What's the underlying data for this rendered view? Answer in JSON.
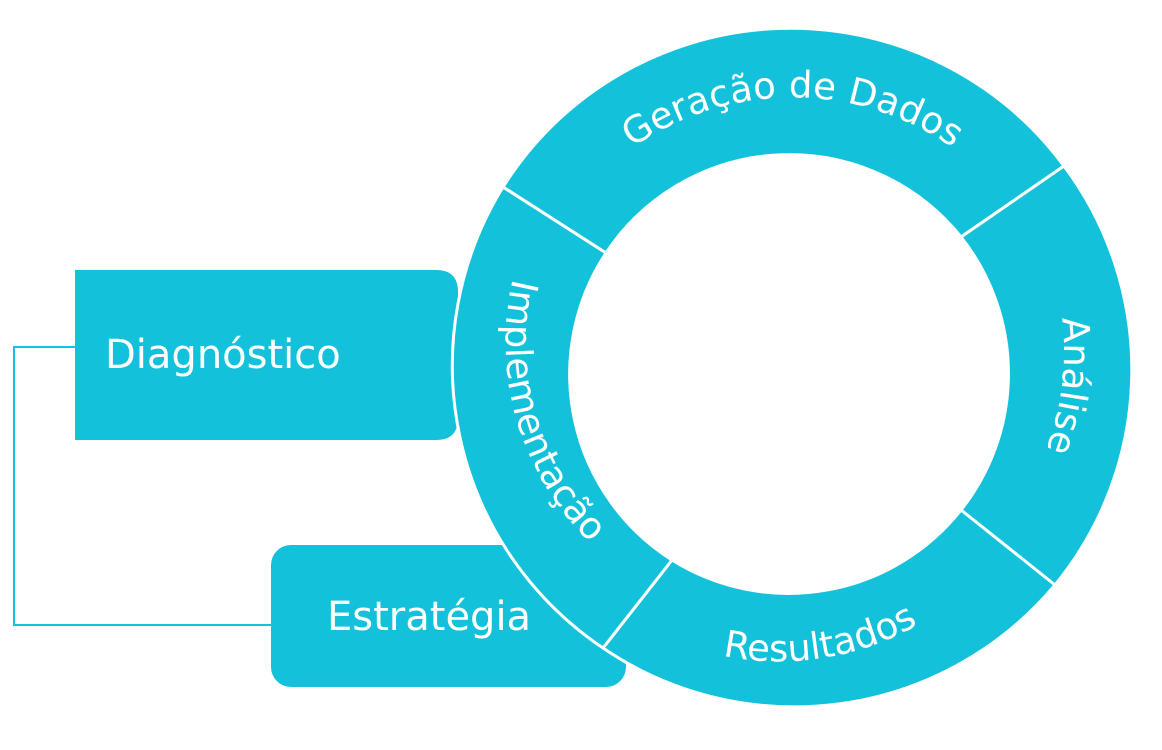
{
  "colors": {
    "accent": "#13C2DA",
    "separator": "#FFFFFF",
    "connector": "#13C2DA",
    "background": "#FFFFFF"
  },
  "cycle": {
    "segments": [
      {
        "id": "geracao",
        "label": "Geração de Dados"
      },
      {
        "id": "analise",
        "label": "Análise"
      },
      {
        "id": "resultados",
        "label": "Resultados"
      },
      {
        "id": "implementacao",
        "label": "Implementação"
      }
    ]
  },
  "boxes": {
    "diagnostico": {
      "label": "Diagnóstico"
    },
    "estrategia": {
      "label": "Estratégia"
    }
  }
}
